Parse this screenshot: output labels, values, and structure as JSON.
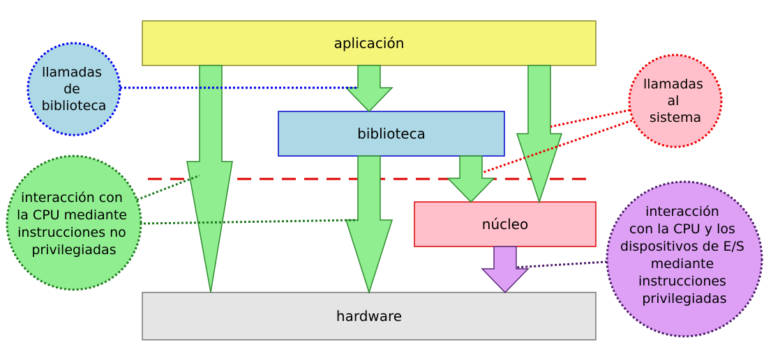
{
  "colors": {
    "arrow_fill": "#90ee90",
    "arrow_stroke": "#2e8b2e",
    "priv_arrow_fill": "#dda0f5",
    "priv_arrow_stroke": "#5b2a7a",
    "app_fill": "#f5f57a",
    "app_stroke": "#8a8a30",
    "lib_fill": "#add8e6",
    "lib_stroke": "#0000cc",
    "kernel_fill": "#ffc0cb",
    "kernel_stroke": "#dd0000",
    "hw_fill": "#e5e5e5",
    "hw_stroke": "#777777",
    "dashed_line": "#e00000"
  },
  "boxes": {
    "aplicacion": "aplicación",
    "biblioteca": "biblioteca",
    "nucleo": "núcleo",
    "hardware": "hardware"
  },
  "callouts": {
    "library_calls": {
      "lines": [
        "llamadas",
        "de",
        "biblioteca"
      ],
      "fill": "#add8e6",
      "border": "#0000ee"
    },
    "system_calls": {
      "lines": [
        "llamadas",
        "al",
        "sistema"
      ],
      "fill": "#ffc0cb",
      "border": "#ee0000"
    },
    "unprivileged": {
      "lines": [
        "interacción con",
        "la CPU mediante",
        "instrucciones no",
        "privilegiadas"
      ],
      "fill": "#90ee90",
      "border": "#1e7a1e"
    },
    "privileged": {
      "lines": [
        "interacción",
        "con la CPU y los",
        "dispositivos de E/S",
        "mediante",
        "instrucciones",
        "privilegiadas"
      ],
      "fill": "#dda0f5",
      "border": "#4b1a6a"
    }
  }
}
